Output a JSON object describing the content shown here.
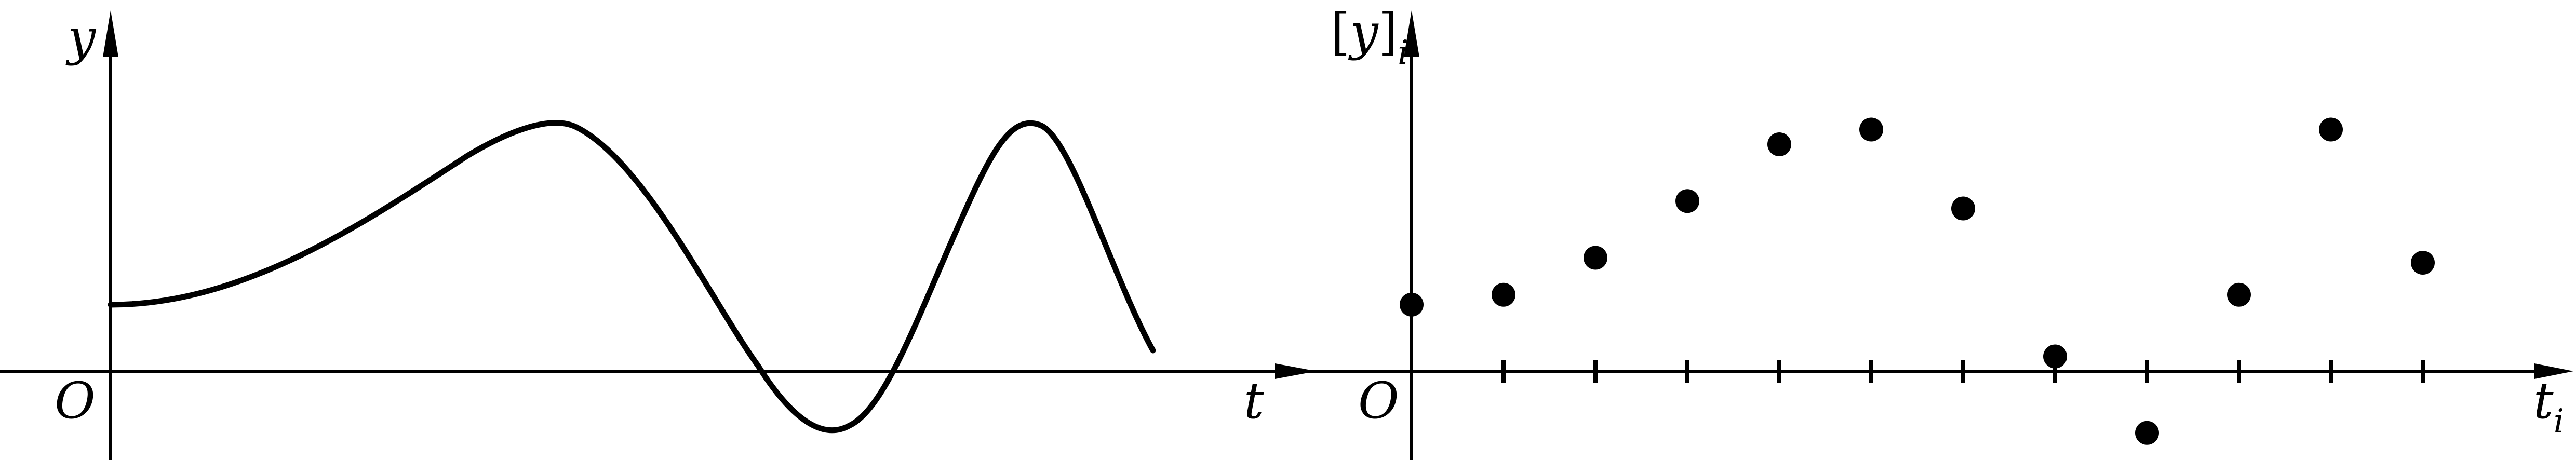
{
  "left_panel": {
    "y_axis_label": "y",
    "x_axis_label": "t",
    "origin_label": "O"
  },
  "right_panel": {
    "y_axis_label_bracket_open": "[",
    "y_axis_label_var": "y",
    "y_axis_label_bracket_close": "]",
    "y_axis_label_sub": "i",
    "x_axis_label_var": "t",
    "x_axis_label_sub": "i",
    "origin_label": "O"
  },
  "colors": {
    "ink": "#000000",
    "background": "#ffffff"
  },
  "chart_data": {
    "type": "scatter",
    "x": [
      0,
      1,
      2,
      3,
      4,
      5,
      6,
      7,
      8,
      9,
      10,
      11
    ],
    "y": [
      0.27,
      0.31,
      0.46,
      0.69,
      0.92,
      0.98,
      0.66,
      0.06,
      -0.25,
      0.31,
      0.98,
      0.44
    ]
  }
}
